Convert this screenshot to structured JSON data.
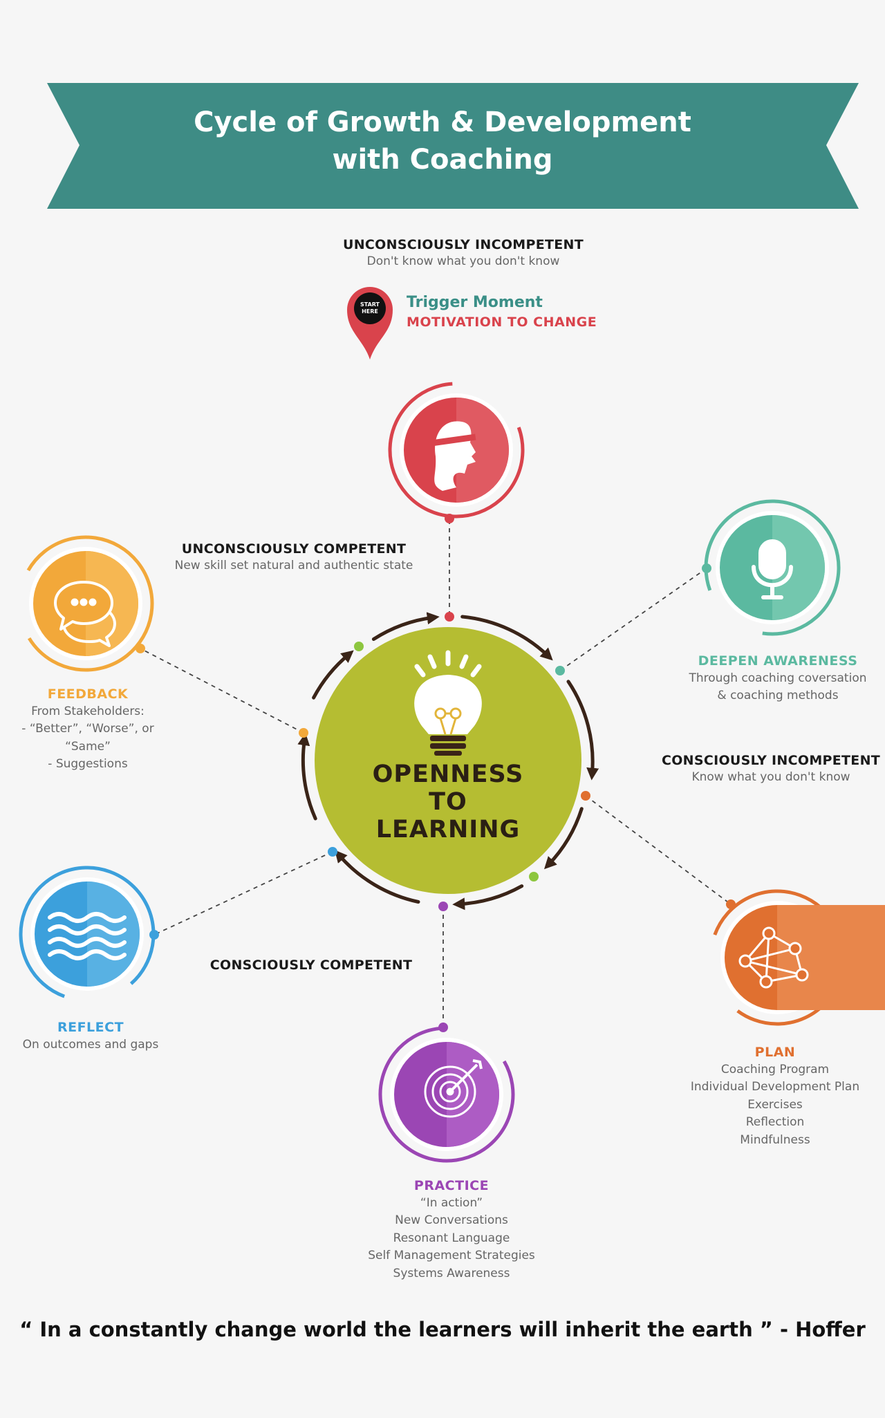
{
  "title": {
    "line1": "Cycle of Growth & Development",
    "line2": "with Coaching"
  },
  "trigger": {
    "pin_label_1": "START",
    "pin_label_2": "HERE",
    "title": "Trigger Moment",
    "subtitle": "MOTIVATION TO CHANGE"
  },
  "center": {
    "line1": "OPENNESS",
    "line2": "TO",
    "line3": "LEARNING"
  },
  "stages": {
    "unconsciously_incompetent": {
      "heading": "UNCONSCIOUSLY INCOMPETENT",
      "subtext": "Don't know what you don't know"
    },
    "unconsciously_competent": {
      "heading": "UNCONSCIOUSLY COMPETENT",
      "subtext": "New skill set natural and authentic state"
    },
    "consciously_incompetent": {
      "heading": "CONSCIOUSLY INCOMPETENT",
      "subtext": "Know what you don't know"
    },
    "consciously_competent": {
      "heading": "CONSCIOUSLY COMPETENT"
    }
  },
  "nodes": {
    "deepen_awareness": {
      "label": "DEEPEN AWARENESS",
      "lines": [
        "Through coaching coversation",
        "& coaching methods"
      ],
      "color": "#5bb9a0"
    },
    "plan": {
      "label": "PLAN",
      "lines": [
        "Coaching Program",
        "Individual Development Plan",
        "Exercises",
        "Reflection",
        "Mindfulness"
      ],
      "color": "#e07030"
    },
    "practice": {
      "label": "PRACTICE",
      "lines": [
        "“In action”",
        "New Conversations",
        "Resonant Language",
        "Self Management Strategies",
        "Systems Awareness"
      ],
      "color": "#9b46b4"
    },
    "reflect": {
      "label": "REFLECT",
      "lines": [
        "On outcomes and gaps"
      ],
      "color": "#3ca0dc"
    },
    "feedback": {
      "label": "FEEDBACK",
      "lines": [
        "From Stakeholders:",
        "- “Better”, “Worse”, or “Same”",
        "- Suggestions"
      ],
      "color": "#f2a83a"
    },
    "top": {
      "color": "#d9434c"
    }
  },
  "colors": {
    "banner": "#3e8c85",
    "center_circle": "#b5bd32",
    "arrow": "#3a2418"
  },
  "icons": {
    "top": "blindfolded-head-icon",
    "deepen_awareness": "microphone-icon",
    "plan": "network-icon",
    "practice": "target-icon",
    "reflect": "waves-icon",
    "feedback": "chat-bubbles-icon",
    "center": "lightbulb-icon",
    "trigger": "map-pin-icon"
  },
  "quote": "“ In a constantly change world the learners will inherit the earth ” - Hoffer"
}
